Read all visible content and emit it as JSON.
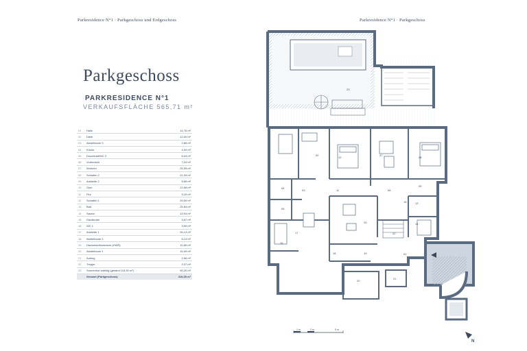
{
  "header": {
    "left": "Parkresidence N°1 · Parkgeschoss und Erdgeschoss",
    "right": "Parkresidence N°1 · Parkgeschoss"
  },
  "title": "Parkgeschoss",
  "subtitle": "PARKRESIDENCE N°1",
  "sales_area": "VERKAUFSFLÄCHE 565,71 m²",
  "rooms": [
    {
      "num": "01",
      "name": "Halle",
      "size": "14,76 m²"
    },
    {
      "num": "02",
      "name": "Diele",
      "size": "12,00 m²"
    },
    {
      "num": "03",
      "name": "Abstellraum 3",
      "size": "2,66 m²"
    },
    {
      "num": "04",
      "name": "Küche",
      "size": "4,94 m²"
    },
    {
      "num": "05",
      "name": "Duschbad/WC 2",
      "size": "6,04 m²"
    },
    {
      "num": "06",
      "name": "Vorbereich",
      "size": "7,24 m²"
    },
    {
      "num": "07",
      "name": "Wohnen",
      "size": "25,99 m²"
    },
    {
      "num": "08",
      "name": "Schlafen 2",
      "size": "21,05 m²"
    },
    {
      "num": "09",
      "name": "Ankleide 2",
      "size": "5,89 m²"
    },
    {
      "num": "10",
      "name": "Gym",
      "size": "21,68 m²"
    },
    {
      "num": "11",
      "name": "Flur",
      "size": "9,20 m²"
    },
    {
      "num": "12",
      "name": "Schlafen 1",
      "size": "29,59 m²"
    },
    {
      "num": "13",
      "name": "Bad",
      "size": "25,84 m²"
    },
    {
      "num": "14",
      "name": "Sauna",
      "size": "13,94 m²"
    },
    {
      "num": "15",
      "name": "Garderobe",
      "size": "3,87 m²"
    },
    {
      "num": "16",
      "name": "WC 1",
      "size": "3,99 m²"
    },
    {
      "num": "17",
      "name": "Ankleide 1",
      "size": "26,13 m²"
    },
    {
      "num": "18",
      "name": "Abstellraum 2",
      "size": "6,13 m²"
    },
    {
      "num": "19",
      "name": "Hausanschlussraum (HWR)",
      "size": "10,60 m²"
    },
    {
      "num": "20",
      "name": "Abstellraum 1",
      "size": "15,09 m²"
    },
    {
      "num": "21",
      "name": "Aufzug",
      "size": "2,56 m²"
    },
    {
      "num": "22",
      "name": "Treppe",
      "size": "2,07 m²"
    },
    {
      "num": "23",
      "name": "Sonnenhof anteilig (gesamt 118,39 m²)",
      "size": "59,20 m²"
    }
  ],
  "total": {
    "label": "Gesamt (Parkgeschoss)",
    "size": "316,35 m²"
  },
  "plan_labels": [
    "01",
    "02",
    "03",
    "04",
    "05",
    "06",
    "07",
    "08",
    "09",
    "10",
    "11",
    "12",
    "13",
    "14",
    "15",
    "16",
    "17",
    "18",
    "19",
    "20",
    "21",
    "22",
    "23"
  ],
  "scale": {
    "labels": [
      "1 m",
      "2 m",
      "5 m"
    ]
  },
  "north": "N",
  "colors": {
    "wall": "#5a6a80",
    "hatch": "#a9b4c2",
    "fill": "#e3e8ee",
    "text": "#3d4a5c"
  }
}
